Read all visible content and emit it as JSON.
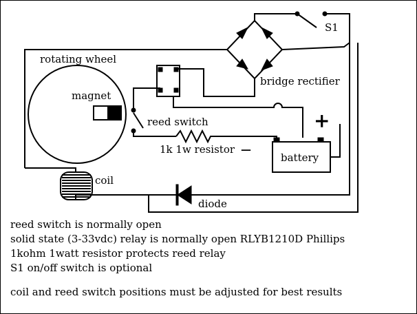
{
  "labels": {
    "rotating_wheel": "rotating wheel",
    "magnet": "magnet",
    "reed_switch": "reed switch",
    "resistor": "1k 1w resistor",
    "battery": "battery",
    "coil": "coil",
    "diode": "diode",
    "bridge_rectifier": "bridge rectifier",
    "s1": "S1",
    "plus": "+",
    "minus": "—"
  },
  "notes": [
    "reed switch is normally open",
    "solid state (3-33vdc) relay is normally open RLYB1210D Phillips",
    "1kohm 1watt resistor protects reed relay",
    "S1 on/off switch is optional",
    "coil and reed switch positions must be adjusted for best results"
  ]
}
